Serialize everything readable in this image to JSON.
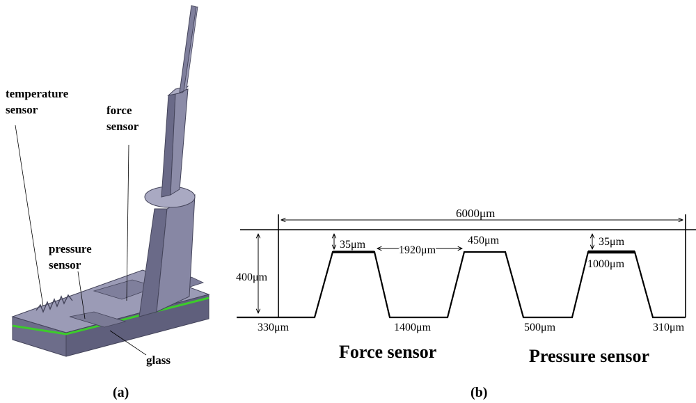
{
  "panel_a": {
    "caption": "(a)",
    "labels": {
      "temperature_line1": "temperature",
      "temperature_line2": "sensor",
      "force_line1": "force",
      "force_line2": "sensor",
      "pressure_line1": "pressure",
      "pressure_line2": "sensor",
      "glass": "glass"
    },
    "colors": {
      "body": "#7a7a98",
      "body_light": "#9b9bb6",
      "body_dark": "#55556e",
      "bond_line": "#3ccc2a"
    }
  },
  "panel_b": {
    "caption": "(b)",
    "dimensions": {
      "total_width": "6000μm",
      "height": "400μm",
      "top_left": "35μm",
      "gap": "1920μm",
      "top_mid": "450μm",
      "top_right": "35μm",
      "width_right": "1000μm",
      "seg_1": "330μm",
      "seg_2": "1400μm",
      "seg_3": "500μm",
      "seg_4": "310μm"
    },
    "section_labels": {
      "force": "Force sensor",
      "pressure": "Pressure sensor"
    }
  }
}
